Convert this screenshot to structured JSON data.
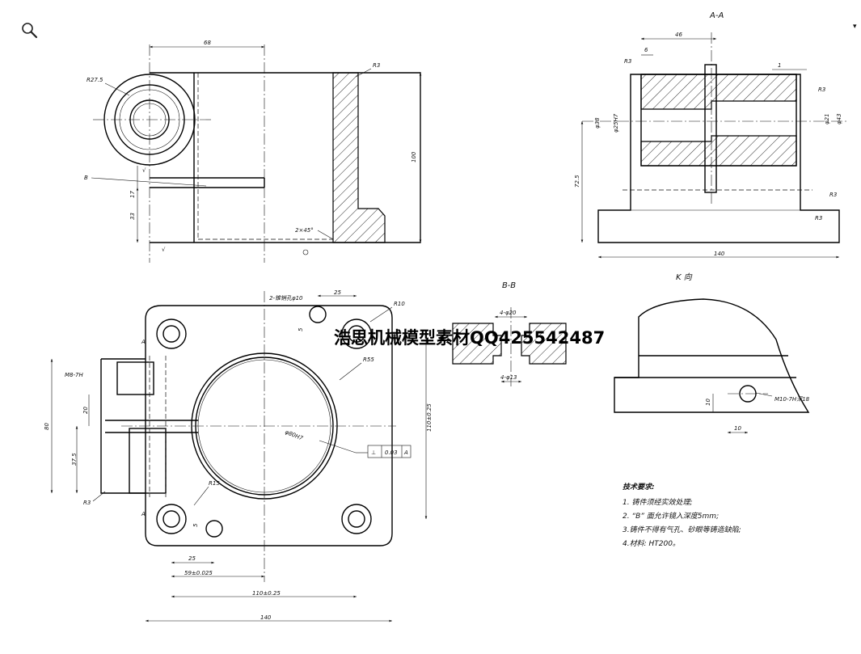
{
  "views": {
    "section_aa": "A-A",
    "section_bb": "B-B",
    "view_k": "K 向"
  },
  "front_view": {
    "dim_width": "68",
    "dim_height": "100",
    "dim_33": "33",
    "dim_17": "17",
    "radius_outer": "R27.5",
    "radius_corner": "R3",
    "chamfer": "2×45°",
    "label_b": "B",
    "rough_1": "√",
    "rough_2": "√"
  },
  "section_aa_view": {
    "dim_46": "46",
    "dim_6": "6",
    "dim_1": "1",
    "dim_r3_top": "R3",
    "dim_r3_a": "R3",
    "dim_r3_b": "R3",
    "dim_r3_c": "R3",
    "dim_d38": "φ38",
    "dim_d25": "φ25H7",
    "dim_d21": "φ21",
    "dim_d43": "φ43",
    "dim_725": "72.5",
    "dim_140": "140"
  },
  "plan_view": {
    "holes_note": "2-锥销孔φ10",
    "dim_25_top": "25",
    "dim_5_top": "5",
    "radius_10": "R10",
    "radius_55": "R55",
    "radius_15": "R15",
    "radius_3": "R3",
    "bore_dim": "φ80H7",
    "thread": "M8-7H",
    "dim_80": "80",
    "dim_20": "20",
    "dim_375": "37.5",
    "dim_110v": "110±0.25",
    "dim_25_bot": "25",
    "dim_59": "59±0.025",
    "dim_110h": "110±0.25",
    "dim_140": "140",
    "dim_5_bot": "5",
    "section_mark_a1": "A",
    "section_mark_a2": "A",
    "tolerance_symbol": "⊥",
    "tolerance_value": "0.03",
    "datum": "A"
  },
  "section_bb_view": {
    "dim_top": "4-φ20",
    "dim_bot": "4-φ13"
  },
  "view_k_detail": {
    "thread_note": "M10-7H深18",
    "dim_10v": "10",
    "dim_10h": "10"
  },
  "notes": {
    "title": "技术要求:",
    "items": [
      "1. 铸件须经实效处理;",
      "2. “B” 面允许镜入深度5mm;",
      "3.铸件不得有气孔、砂眼等铸造缺陷;",
      "4.材料: HT200。"
    ]
  },
  "watermark": "浩思机械模型素材QQ425542487",
  "toolbar": {
    "zoom_icon": "magnifier-icon",
    "corner_icon": "corner-marker-icon"
  }
}
